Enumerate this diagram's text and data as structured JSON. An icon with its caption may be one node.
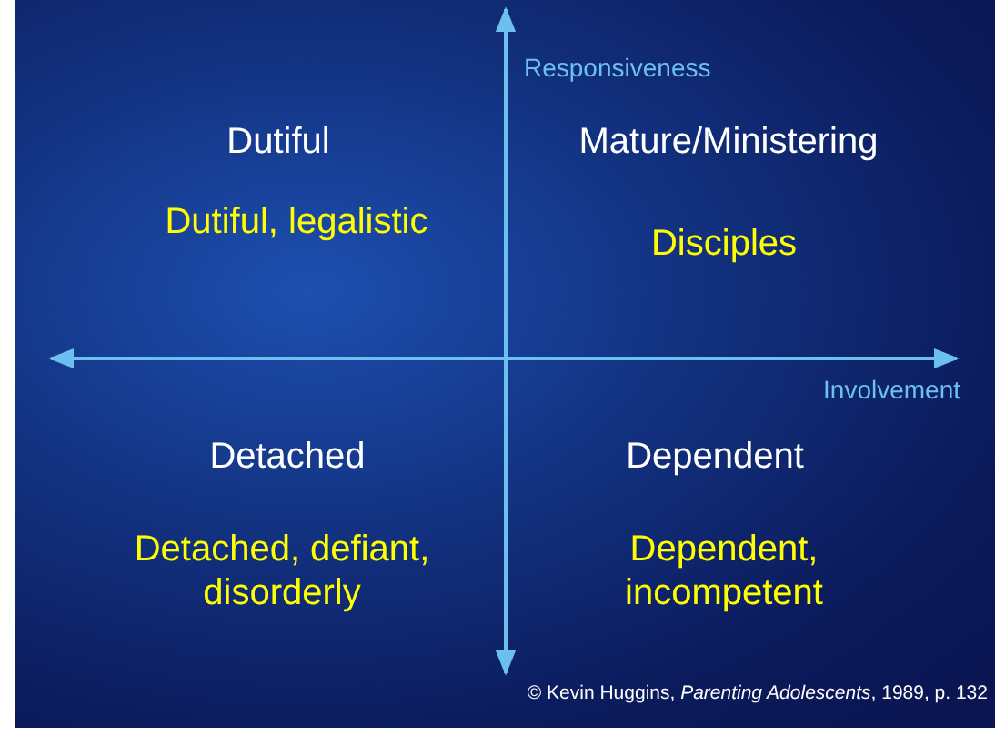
{
  "diagram": {
    "labels": [
      "Responsiveness",
      "Dutiful",
      "Mature/Ministering",
      "Dutiful, legalistic",
      "Disciples",
      "Involvement",
      "Detached",
      "Dependent",
      "Detached, defiant, disorderly",
      "Dependent, incompetent",
      "© Kevin Huggins, *Parenting Adolescents*, 1989, p. 132"
    ]
  }
}
